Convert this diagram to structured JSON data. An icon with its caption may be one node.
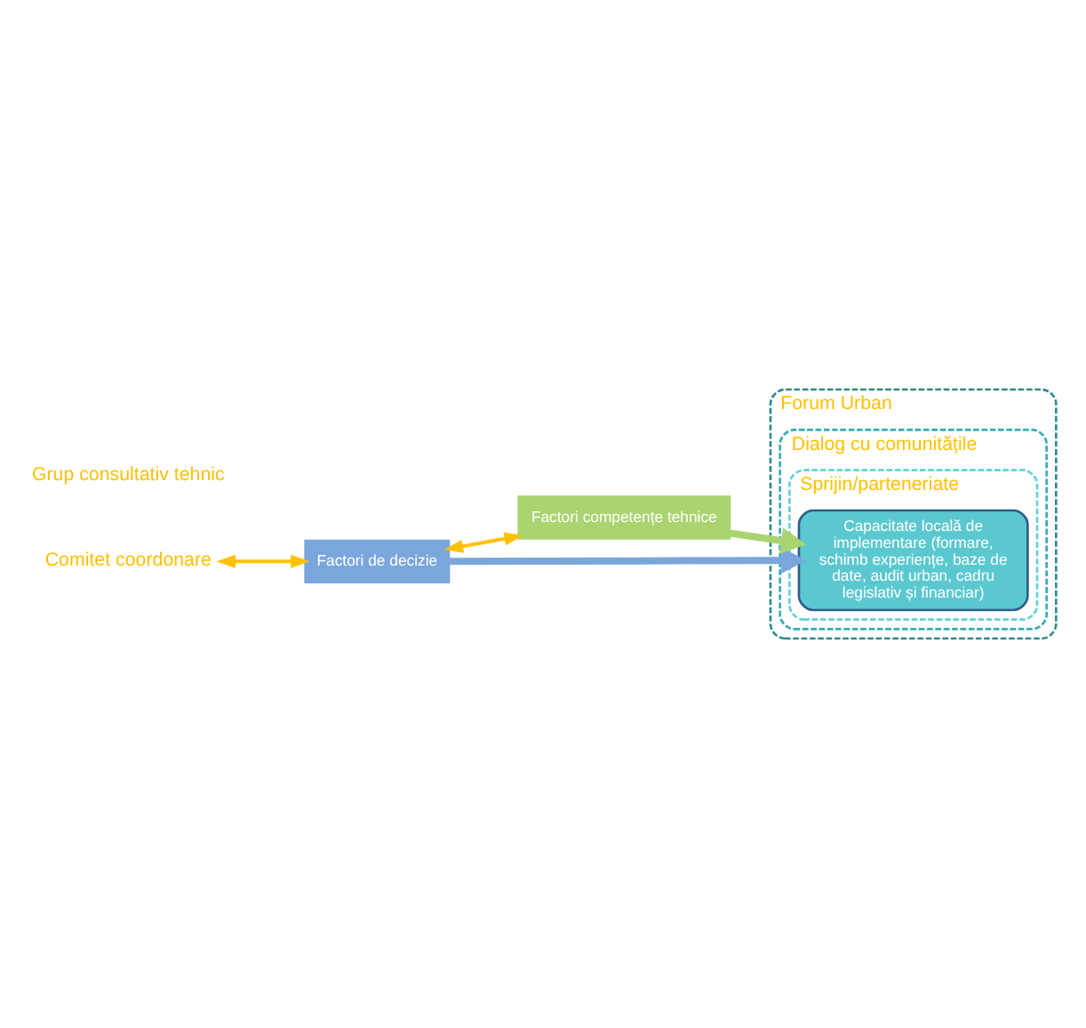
{
  "diagram": {
    "nodes": [
      {
        "text": [
          "Factori de decizie"
        ]
      },
      {
        "text": [
          "Factori competențe tehnice"
        ]
      },
      {
        "text": [
          "Comitet coordonare"
        ]
      },
      {
        "text": [
          "Forum Urban"
        ]
      },
      {
        "text": [
          "Dialog cu comunitățile"
        ],
        "in": 3
      },
      {
        "text": [
          "Sprijin/parteneriate"
        ],
        "in": 4
      },
      {
        "text": [
          "Capacitate locală de implementare (formare, schimb experiențe, baze de date, audit urban, cadru legislativ și financiar)"
        ],
        "in": 5
      }
    ],
    "edges": [
      {
        "from": 0,
        "to": 1,
        "arrow": "both",
        "color": "#ffc000"
      },
      {
        "from": 2,
        "to": 0,
        "arrow": "both",
        "color": "#ffc000"
      },
      {
        "from": 0,
        "to": 6,
        "arrow": "to",
        "style": "thick",
        "color": "#7aa6dc"
      },
      {
        "from": 1,
        "to": 6,
        "arrow": "to",
        "style": "thick",
        "color": "#a9d46f"
      }
    ],
    "labels": [
      "Grup consultativ tehnic"
    ]
  }
}
